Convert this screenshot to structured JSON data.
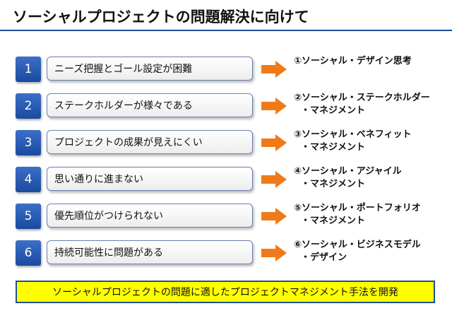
{
  "title": "ソーシャルプロジェクトの問題解決に向けて",
  "rows": [
    {
      "num": "1",
      "problem": "ニーズ把握とゴール設定が困難",
      "solution_line1": "①ソーシャル・デザイン思考",
      "solution_line2": ""
    },
    {
      "num": "2",
      "problem": "ステークホルダーが様々である",
      "solution_line1": "②ソーシャル・ステークホルダー",
      "solution_line2": "・マネジメント"
    },
    {
      "num": "3",
      "problem": "プロジェクトの成果が見えにくい",
      "solution_line1": "③ソーシャル・ベネフィット",
      "solution_line2": "・マネジメント"
    },
    {
      "num": "4",
      "problem": "思い通りに進まない",
      "solution_line1": "④ソーシャル・アジャイル",
      "solution_line2": "・マネジメント"
    },
    {
      "num": "5",
      "problem": "優先順位がつけられない",
      "solution_line1": "⑤ソーシャル・ポートフォリオ",
      "solution_line2": "・マネジメント"
    },
    {
      "num": "6",
      "problem": "持続可能性に問題がある",
      "solution_line1": "⑥ソーシャル・ビジネスモデル",
      "solution_line2": "・デザイン"
    }
  ],
  "banner": "ソーシャルプロジェクトの問題に適したプロジェクトマネジメント手法を開発",
  "colors": {
    "accent": "#1f4e9c",
    "arrow": "#f07a1a",
    "banner_bg": "#ffff00"
  }
}
